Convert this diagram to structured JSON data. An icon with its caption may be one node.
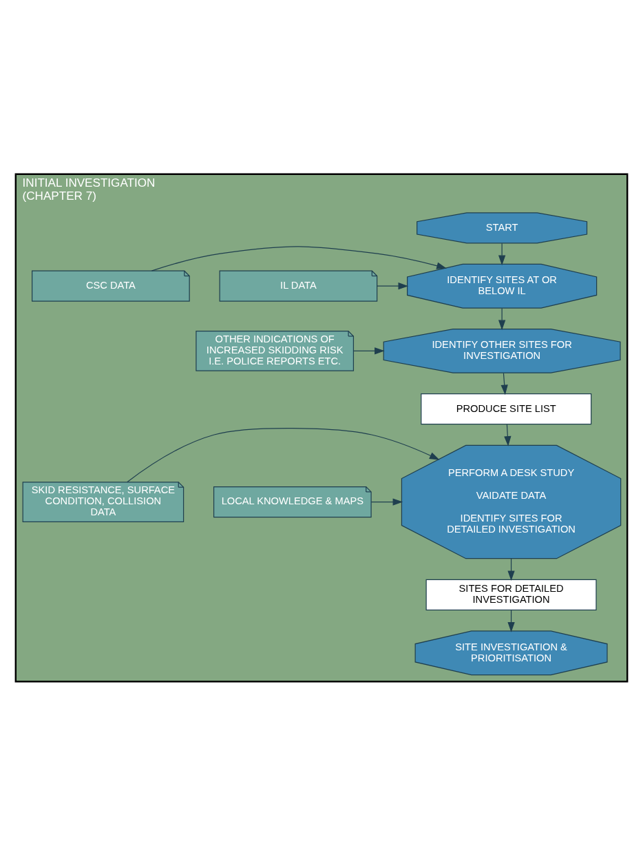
{
  "diagram": {
    "nodes": [
      {
        "text": [
          "INITIAL INVESTIGATION",
          "(CHAPTER 7)"
        ]
      },
      {
        "text": [
          "START"
        ],
        "in": 0
      },
      {
        "text": [
          "IDENTIFY SITES AT OR BELOW IL"
        ],
        "in": 0
      },
      {
        "text": [
          "IL DATA"
        ],
        "in": 0
      },
      {
        "text": [
          "CSC DATA"
        ],
        "in": 0
      },
      {
        "text": [
          "IDENTIFY OTHER SITES FOR INVESTIGATION"
        ],
        "in": 0
      },
      {
        "text": [
          "OTHER INDICATIONS OF INCREASED SKIDDING RISK I.E. POLICE REPORTS ETC."
        ],
        "in": 0
      },
      {
        "text": [
          "PRODUCE SITE LIST"
        ],
        "in": 0
      },
      {
        "text": [
          "PERFORM A DESK STUDY",
          "VAIDATE DATA",
          "IDENTIFY SITES FOR DETAILED INVESTIGATION"
        ],
        "in": 0
      },
      {
        "text": [
          "LOCAL KNOWLEDGE & MAPS"
        ],
        "in": 0
      },
      {
        "text": [
          "SKID RESISTANCE, SURFACE CONDITION, COLLISION DATA"
        ],
        "in": 0
      },
      {
        "text": [
          "SITES FOR DETAILED INVESTIGATION"
        ],
        "in": 0
      },
      {
        "text": [
          "SITE INVESTIGATION & PRIORITISATION"
        ],
        "in": 0
      }
    ],
    "edges": [
      {
        "from": 1,
        "to": 2,
        "arrow": "to"
      },
      {
        "from": 3,
        "to": 2,
        "arrow": "to"
      },
      {
        "from": 4,
        "to": 2,
        "arrow": "to"
      },
      {
        "from": 2,
        "to": 5,
        "arrow": "to"
      },
      {
        "from": 6,
        "to": 5,
        "arrow": "to"
      },
      {
        "from": 5,
        "to": 7,
        "arrow": "to"
      },
      {
        "from": 7,
        "to": 8,
        "arrow": "to"
      },
      {
        "from": 9,
        "to": 8,
        "arrow": "to"
      },
      {
        "from": 10,
        "to": 8,
        "arrow": "to"
      },
      {
        "from": 8,
        "to": 11,
        "arrow": "to"
      },
      {
        "from": 11,
        "to": 12,
        "arrow": "to"
      }
    ]
  }
}
